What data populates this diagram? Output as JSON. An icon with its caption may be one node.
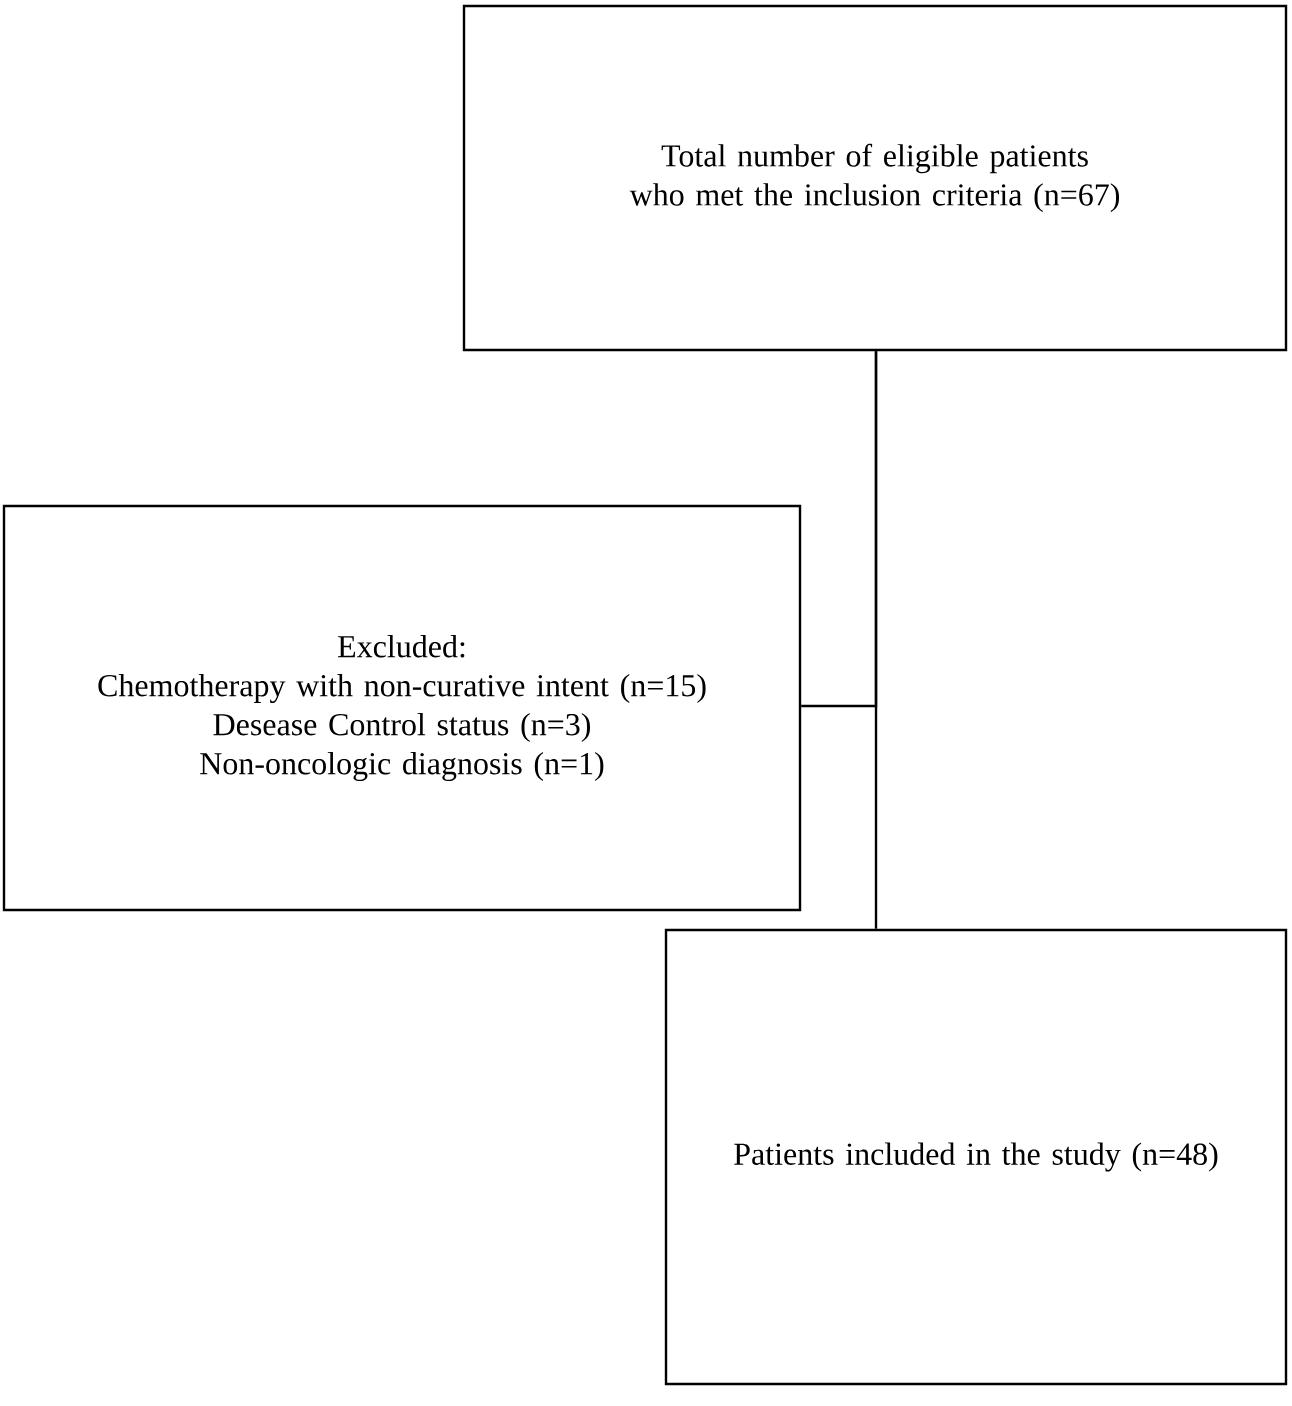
{
  "diagram": {
    "nodes": [
      {
        "text": [
          "Total number of eligible patients who met the inclusion criteria (n=67)"
        ]
      },
      {
        "text": [
          "Excluded:",
          "Chemotherapy with non-curative intent (n=15)",
          "Desease Control status (n=3)",
          "Non-oncologic diagnosis (n=1)"
        ]
      },
      {
        "text": [
          "Patients included in the study (n=48)"
        ]
      }
    ],
    "edges": [
      {
        "from": 0,
        "to": 2,
        "arrow": "none"
      },
      {
        "from": 0,
        "to": 1,
        "arrow": "none"
      }
    ]
  }
}
